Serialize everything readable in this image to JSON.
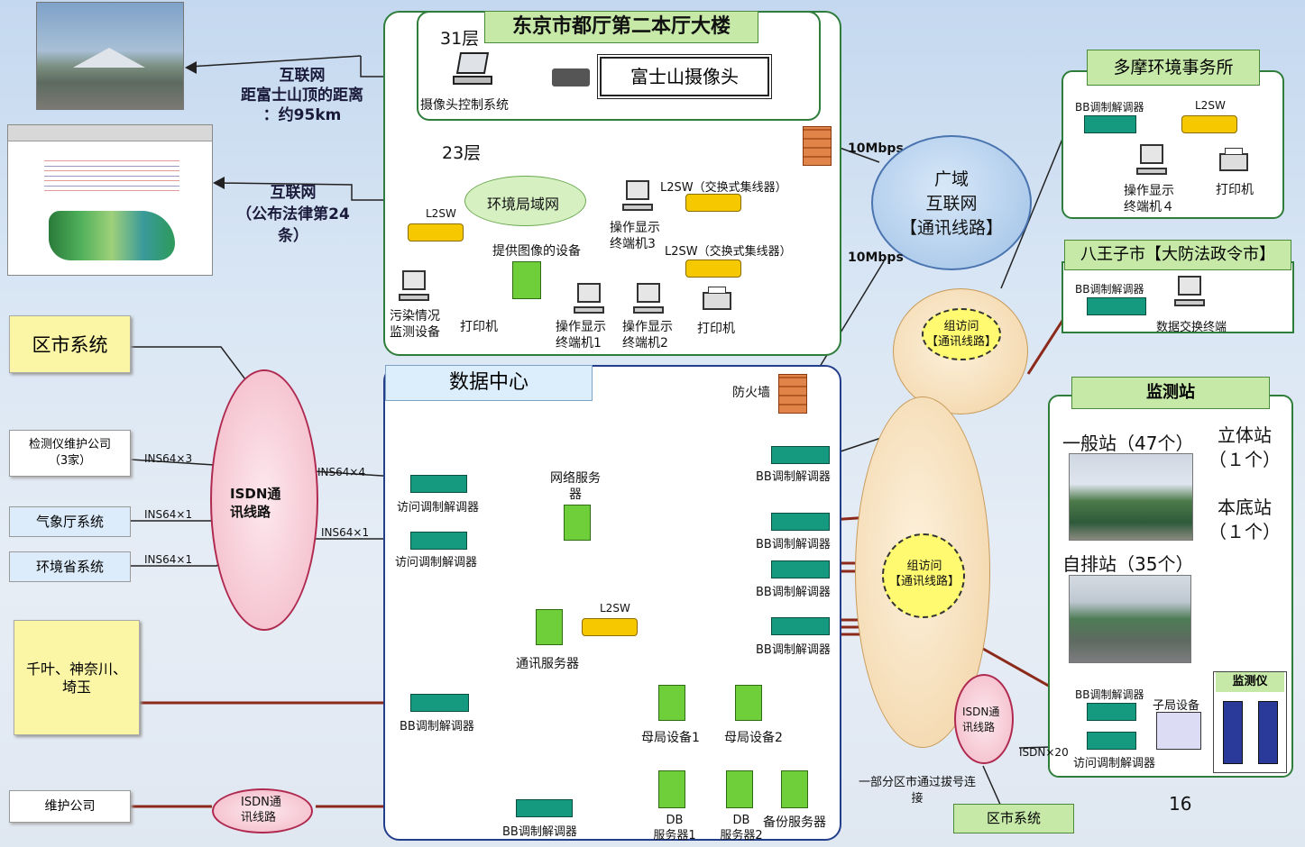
{
  "internet_top": {
    "line1": "互联网",
    "line2": "距富士山顶的距离",
    "line3": "：约95km"
  },
  "internet_law": {
    "line1": "互联网",
    "line2": "（公布法律第24",
    "line3": "条）"
  },
  "hq": {
    "title": "东京市都厅第二本厅大楼",
    "floor31": "31层",
    "fuji_camera": "富士山摄像头",
    "camera_ctrl": "摄像头控制系统",
    "floor23": "23层",
    "env_lan": "环境局域网",
    "l2sw_a": "L2SW（交换式集线器）",
    "l2sw_b": "L2SW（交换式集线器）",
    "l2sw_c": "L2SW",
    "image_device": "提供图像的设备",
    "pollution": "污染情况\n监测设备",
    "printer1": "打印机",
    "terminal3": "操作显示\n终端机3",
    "terminal1": "操作显示\n终端机1",
    "terminal2": "操作显示\n终端机2",
    "printer2": "打印机"
  },
  "wan": {
    "label": "广域\n互联网\n【通讯线路】",
    "speed1": "10Mbps",
    "speed2": "10Mbps"
  },
  "tama": {
    "title": "多摩环境事务所",
    "modem": "BB调制解调器",
    "l2sw": "L2SW",
    "terminal4": "操作显示\n终端机４",
    "printer": "打印机"
  },
  "hachioji": {
    "title": "八王子市【大防法政令市】",
    "modem": "BB调制解调器",
    "terminal": "数据交换终端"
  },
  "left": {
    "city_system": "区市系统",
    "maintenance_co": "检测仪维护公司\n（3家）",
    "weather": "气象厅系统",
    "env_ministry": "环境省系统",
    "chiba": "千叶、神奈川、\n埼玉",
    "maint2": "维护公司",
    "isdn_big": "ISDN通\n讯线路",
    "isdn_small": "ISDN通\n讯线路",
    "ins_a": "INS64×3",
    "ins_b": "INS64×1",
    "ins_c": "INS64×1",
    "ins_d": "INS64×4",
    "ins_e": "INS64×1"
  },
  "dc": {
    "title": "数据中心",
    "firewall": "防火墙",
    "access_modem1": "访问调制解调器",
    "access_modem2": "访问调制解调器",
    "web_server": "网络服务\n器",
    "comm_server": "通讯服务器",
    "l2sw": "L2SW",
    "bb1": "BB调制解调器",
    "bb2": "BB调制解调器",
    "bb3": "BB调制解调器",
    "bb4": "BB调制解调器",
    "bb5": "BB调制解调器",
    "bb6": "BB调制解调器",
    "master1": "母局设备1",
    "master2": "母局设备2",
    "db1": "DB\n服务器1",
    "db2": "DB\n服务器2",
    "backup": "备份服务器"
  },
  "group_access1": "组访问\n【通讯线路】",
  "group_access2": "组访问\n【通讯线路】",
  "monitor": {
    "title": "监测站",
    "general": "一般站（47个）",
    "stereo": "立体站\n（１个）",
    "base": "本底站\n（１个）",
    "auto": "自排站（35个）",
    "bb": "BB调制解调器",
    "sub": "子局设备",
    "access": "访问调制解调器",
    "isdn20": "ISDN×20",
    "instrument": "监测仪"
  },
  "isdn_right": "ISDN通\n讯线路",
  "bottom_note": "一部分区市通过拔号连\n接",
  "bottom_city": "区市系统",
  "page_number": "16"
}
